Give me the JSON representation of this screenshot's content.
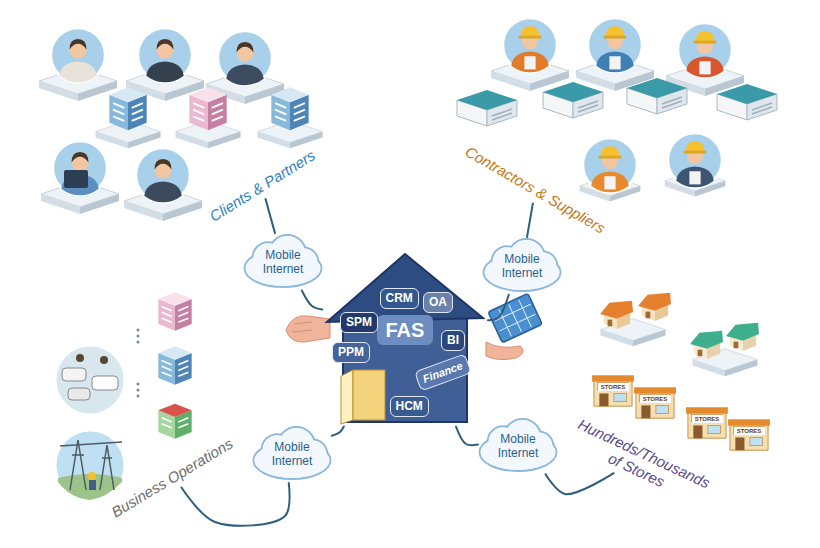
{
  "diagram": {
    "nodes": [
      {
        "text": [
          "Clients & Partners"
        ]
      },
      {
        "text": [
          "Contractors & Suppliers"
        ]
      },
      {
        "text": [
          "Mobile Internet"
        ]
      },
      {
        "text": [
          "Mobile Internet"
        ]
      },
      {
        "text": [
          "FAS"
        ]
      },
      {
        "text": [
          "CRM"
        ],
        "in": 4
      },
      {
        "text": [
          "OA"
        ],
        "in": 4
      },
      {
        "text": [
          "SPM"
        ],
        "in": 4
      },
      {
        "text": [
          "BI"
        ],
        "in": 4
      },
      {
        "text": [
          "PPM"
        ],
        "in": 4
      },
      {
        "text": [
          "Finance"
        ],
        "in": 4
      },
      {
        "text": [
          "HCM"
        ],
        "in": 4
      },
      {
        "text": [
          "Mobile Internet"
        ]
      },
      {
        "text": [
          "Mobile Internet"
        ]
      },
      {
        "text": [
          "Business Operations"
        ]
      },
      {
        "text": [
          "Hundreds/Thousands of Stores"
        ]
      }
    ],
    "edges": [
      {
        "from": 0,
        "to": 2,
        "arrow": "none"
      },
      {
        "from": 2,
        "to": 4,
        "arrow": "none"
      },
      {
        "from": 1,
        "to": 3,
        "arrow": "none"
      },
      {
        "from": 3,
        "to": 4,
        "arrow": "none"
      },
      {
        "from": 12,
        "to": 4,
        "arrow": "none"
      },
      {
        "from": 14,
        "to": 12,
        "arrow": "none"
      },
      {
        "from": 13,
        "to": 4,
        "arrow": "none"
      },
      {
        "from": 15,
        "to": 13,
        "arrow": "none"
      }
    ],
    "labels": [
      "STORES",
      "STORES",
      "STORES",
      "STORES"
    ]
  }
}
